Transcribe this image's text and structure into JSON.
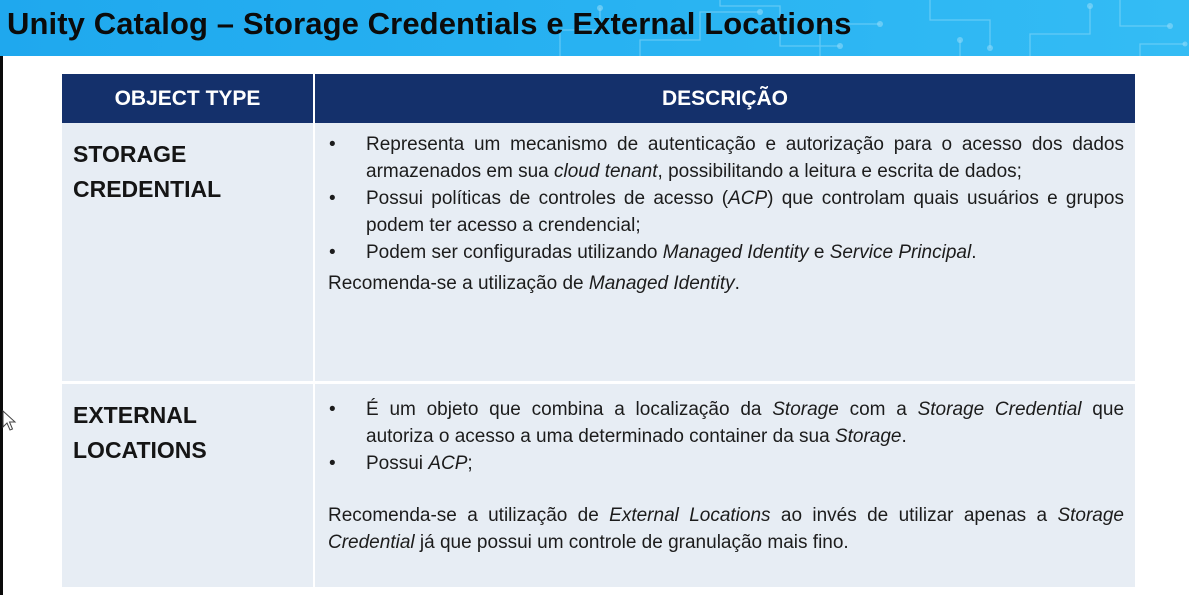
{
  "header": {
    "title": "Unity Catalog – Storage Credentials e External Locations"
  },
  "table": {
    "headers": [
      "OBJECT TYPE",
      "DESCRIÇÃO"
    ],
    "rows": [
      {
        "type_lines": [
          "STORAGE",
          "CREDENTIAL"
        ],
        "bullets": [
          [
            {
              "t": "Representa um mecanismo de autenticação e autorização para o acesso dos dados armazenados em sua "
            },
            {
              "t": "cloud tenant",
              "i": true
            },
            {
              "t": ", possibilitando a leitura e escrita de dados;"
            }
          ],
          [
            {
              "t": "Possui políticas de controles de acesso ("
            },
            {
              "t": "ACP",
              "i": true
            },
            {
              "t": ") que controlam quais usuários e grupos podem ter acesso a crendencial;"
            }
          ],
          [
            {
              "t": "Podem ser configuradas utilizando "
            },
            {
              "t": "Managed Identity",
              "i": true
            },
            {
              "t": " e "
            },
            {
              "t": "Service Principal",
              "i": true
            },
            {
              "t": "."
            }
          ]
        ],
        "recommendation": [
          {
            "t": "Recomenda-se a utilização de "
          },
          {
            "t": "Managed Identity",
            "i": true
          },
          {
            "t": "."
          }
        ]
      },
      {
        "type_lines": [
          "EXTERNAL",
          "LOCATIONS"
        ],
        "bullets": [
          [
            {
              "t": "É um objeto que combina a localização da "
            },
            {
              "t": "Storage",
              "i": true
            },
            {
              "t": " com a "
            },
            {
              "t": "Storage Credential",
              "i": true
            },
            {
              "t": " que autoriza o acesso a uma determinado container da sua "
            },
            {
              "t": "Storage",
              "i": true
            },
            {
              "t": "."
            }
          ],
          [
            {
              "t": "Possui "
            },
            {
              "t": "ACP",
              "i": true
            },
            {
              "t": ";"
            }
          ]
        ],
        "recommendation": [
          {
            "t": "Recomenda-se a utilização de "
          },
          {
            "t": "External Locations",
            "i": true
          },
          {
            "t": " ao invés de utilizar apenas a "
          },
          {
            "t": "Storage Credential",
            "i": true
          },
          {
            "t": " já que possui um controle de granulação mais fino."
          }
        ]
      }
    ]
  },
  "bullet_symbol": "•",
  "colors": {
    "title_bar": "#29b3f2",
    "header_bg": "#14306b",
    "cell_bg": "#e7edf4"
  },
  "icons": {
    "cursor": "mouse-pointer-icon"
  }
}
